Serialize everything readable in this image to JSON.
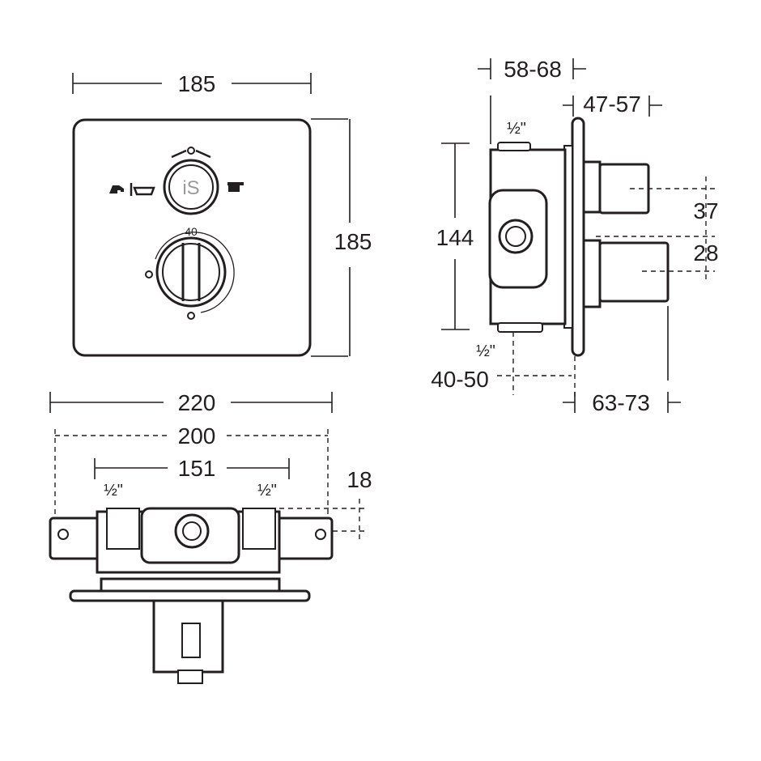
{
  "front_view": {
    "width": "185",
    "height": "185",
    "dial_temp": "40"
  },
  "side_view": {
    "depth_top": "58-68",
    "handle_depth": "47-57",
    "inlet_top": "½\"",
    "height": "144",
    "spacing_upper": "37",
    "spacing_lower": "28",
    "inlet_bottom": "½\"",
    "depth_bottom": "40-50",
    "overall_depth": "63-73"
  },
  "bottom_view": {
    "overall_width": "220",
    "fixing_width": "200",
    "inlet_spacing": "151",
    "inlet_left": "½\"",
    "inlet_right": "½\"",
    "offset": "18"
  },
  "colors": {
    "line": "#231f20",
    "logo": "#9a9a9a"
  }
}
